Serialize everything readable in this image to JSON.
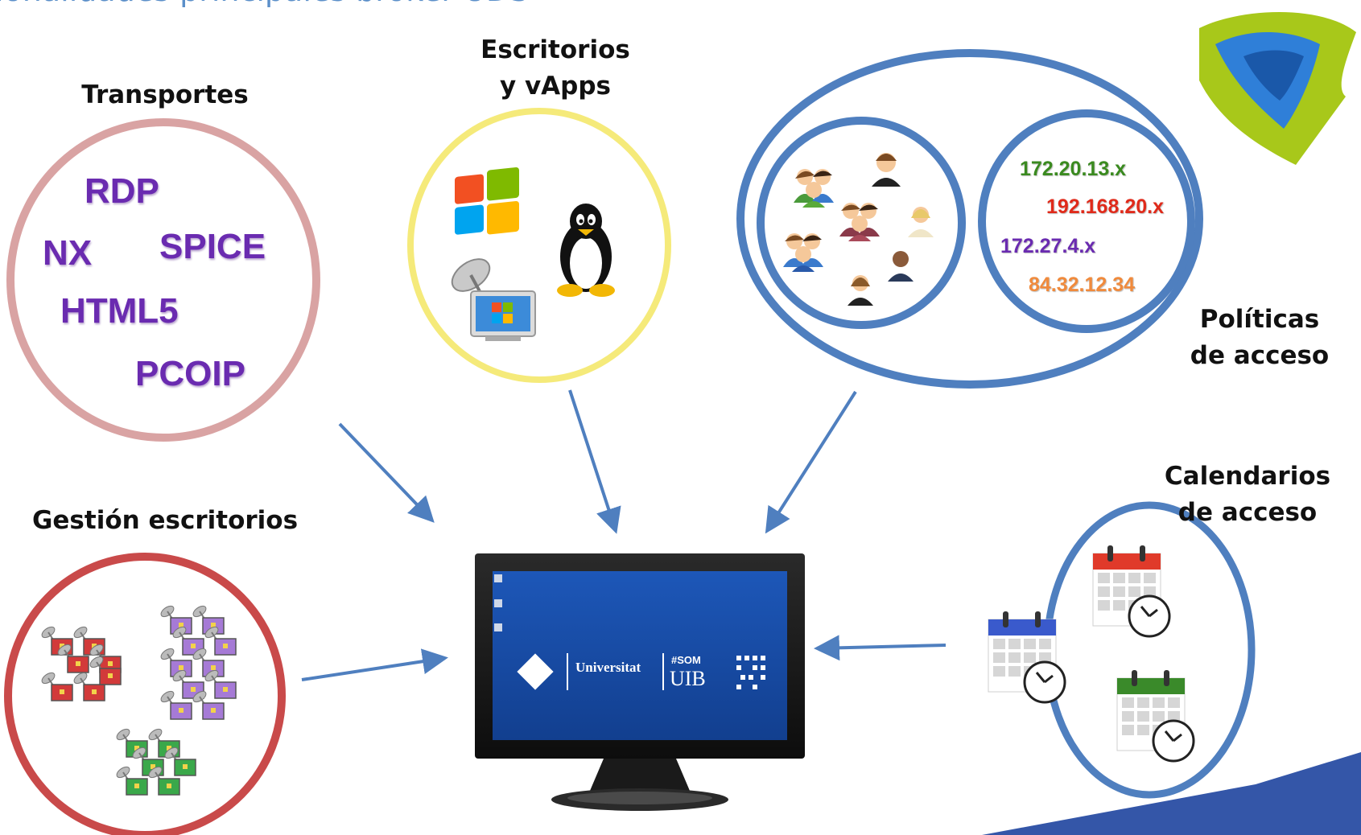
{
  "title": "ionalidades principales broker UDS",
  "labels": {
    "transportes": "Transportes",
    "escritorios": "Escritorios y vApps",
    "politicas": "Políticas de acceso",
    "calendarios": "Calendarios de acceso",
    "gestion": "Gestión escritorios"
  },
  "protocols": [
    "RDP",
    "NX",
    "SPICE",
    "HTML5",
    "PCOIP"
  ],
  "ips": [
    {
      "text": "172.20.13.x",
      "color": "#3a8a1f"
    },
    {
      "text": "192.168.20.x",
      "color": "#e02a1a"
    },
    {
      "text": "172.27.4.x",
      "color": "#6a2bb0"
    },
    {
      "text": "84.32.12.34",
      "color": "#f08a3c"
    }
  ],
  "monitor_screen": {
    "brand": "Universitat",
    "hashtag": "#SOM",
    "acronym": "UIB"
  },
  "colors": {
    "transport_ring": "#d9a3a3",
    "apps_ring": "#f5ea7a",
    "policy_ring": "#4f7fbf",
    "calendar_ring": "#4f7fbf",
    "management_ring": "#c94a4a",
    "arrow": "#4f7fbf"
  }
}
